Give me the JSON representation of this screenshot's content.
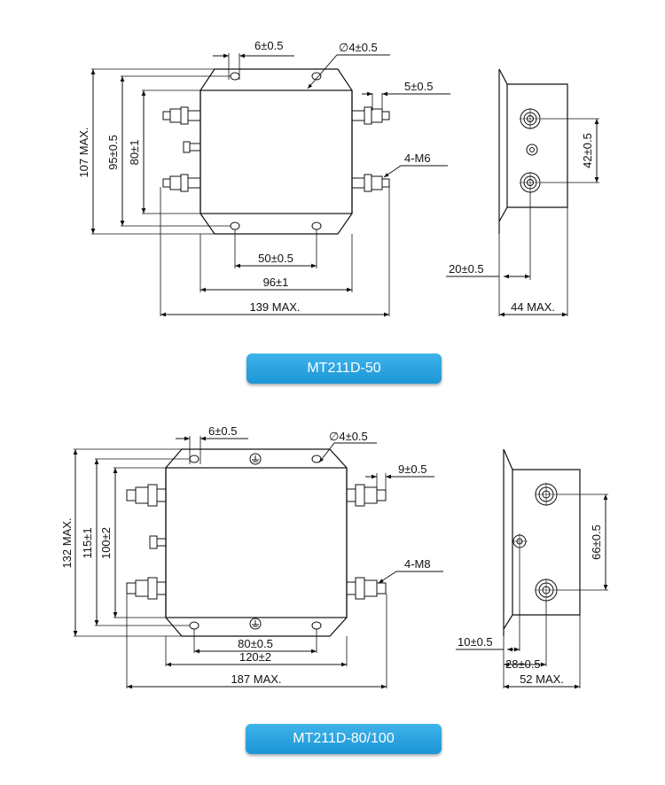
{
  "models": [
    {
      "name": "MT211D-50",
      "front_view": {
        "mount_spacing_v": "6±0.5",
        "hole_dia": "∅4±0.5",
        "terminal_protrusion": "5±0.5",
        "terminal_thread": "4-M6",
        "height_max": "107 MAX.",
        "mount_height": "95±0.5",
        "body_height": "80±1",
        "hole_spacing_h": "50±0.5",
        "body_width": "96±1",
        "width_max": "139 MAX."
      },
      "side_view": {
        "terminal_spacing": "42±0.5",
        "terminal_offset": "20±0.5",
        "depth_max": "44 MAX."
      }
    },
    {
      "name": "MT211D-80/100",
      "front_view": {
        "mount_spacing_v": "6±0.5",
        "hole_dia": "∅4±0.5",
        "terminal_protrusion": "9±0.5",
        "terminal_thread": "4-M8",
        "height_max": "132 MAX.",
        "mount_height": "115±1",
        "body_height": "100±2",
        "hole_spacing_h": "80±0.5",
        "body_width": "120±2",
        "width_max": "187 MAX."
      },
      "side_view": {
        "terminal_spacing": "66±0.5",
        "terminal_offset_a": "10±0.5",
        "terminal_offset_b": "28±0.5",
        "depth_max": "52 MAX."
      }
    }
  ]
}
